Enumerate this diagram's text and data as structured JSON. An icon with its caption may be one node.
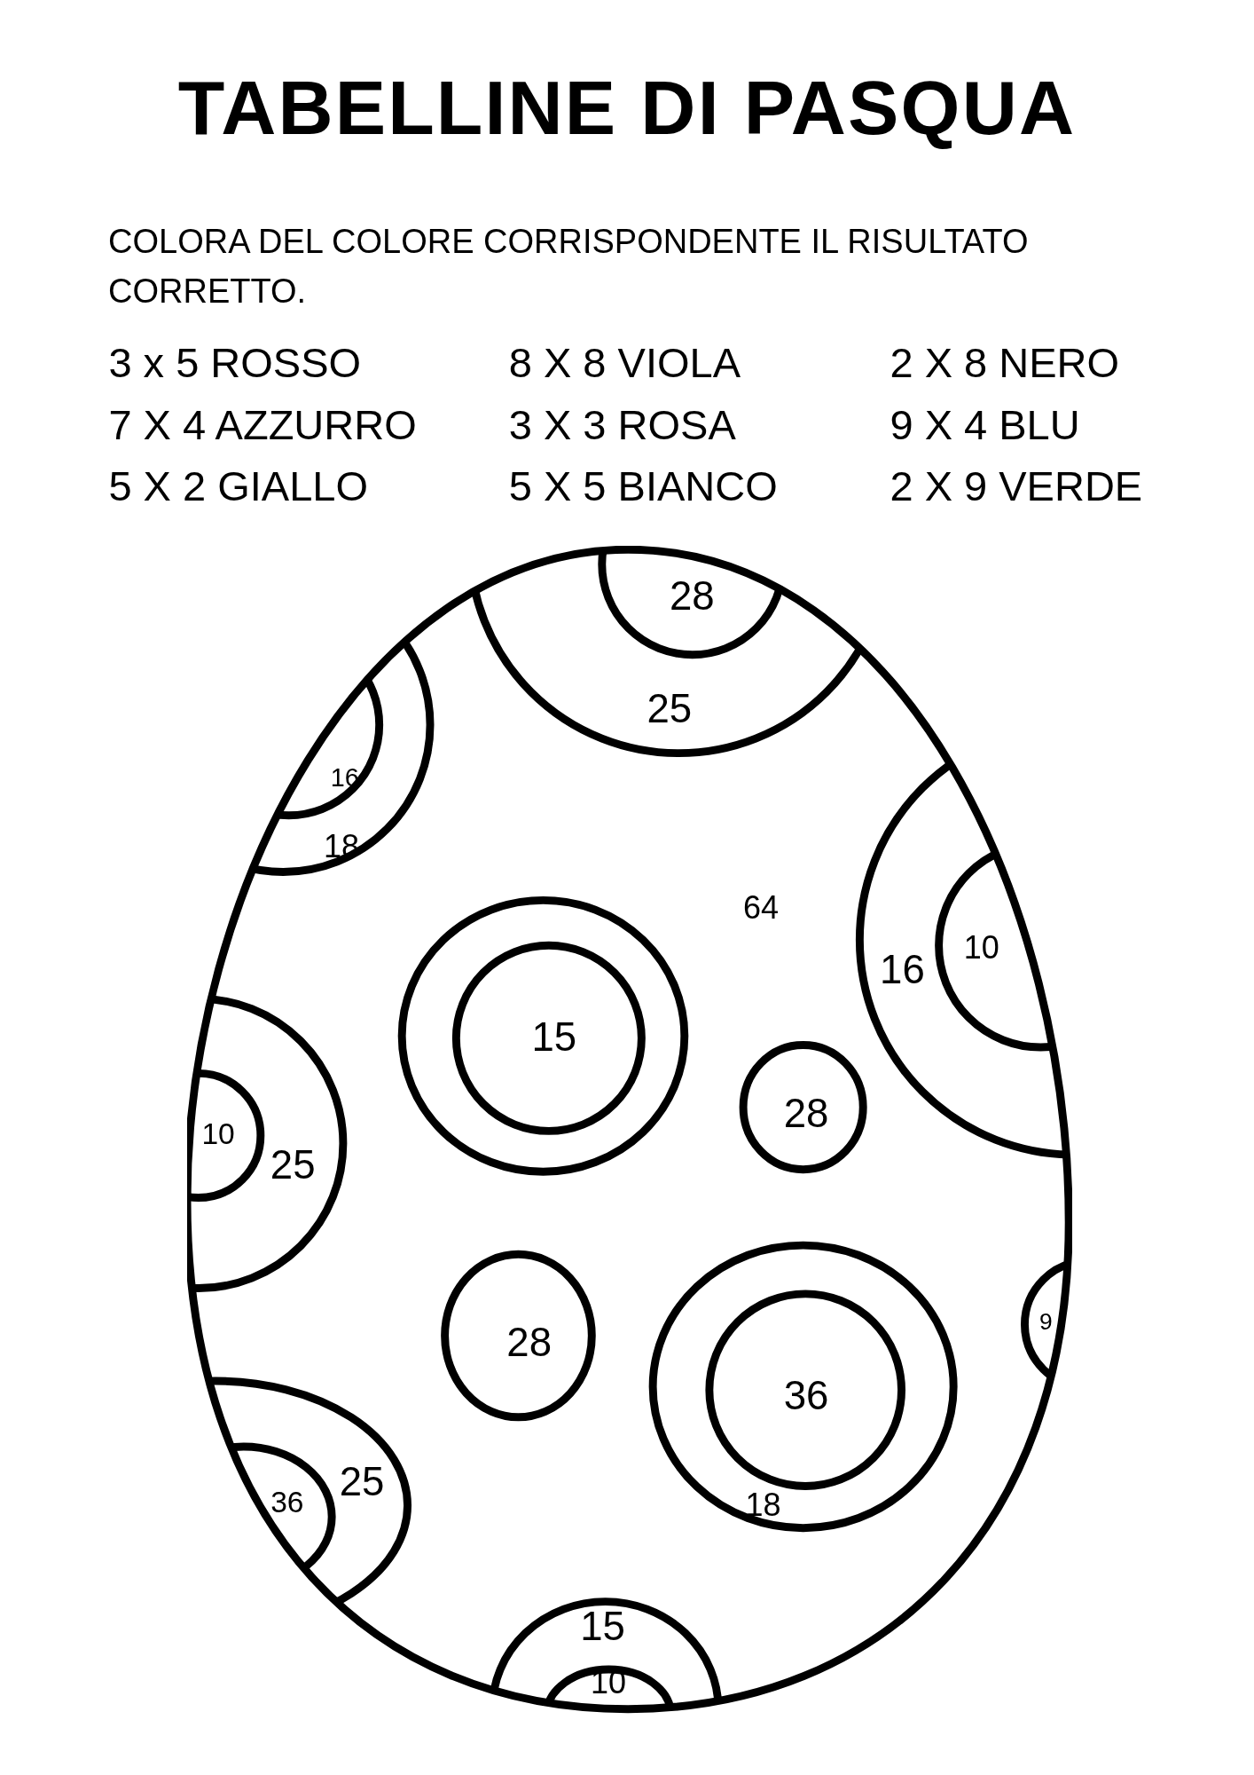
{
  "diagram": {
    "title": "TABELLINE DI PASQUA",
    "labels": [
      "COLORA DEL COLORE CORRISPONDENTE IL RISULTATO CORRETTO.",
      "3 x 5 ROSSO",
      "8 X 8 VIOLA",
      "2 X 8 NERO",
      "7 X 4 AZZURRO",
      "3 X 3 ROSA",
      "9 X 4 BLU",
      "5 X 2 GIALLO",
      "5 X 5 BIANCO",
      "2 X 9 VERDE",
      "28",
      "25",
      "16",
      "18",
      "64",
      "10",
      "16",
      "15",
      "28",
      "10",
      "25",
      "9",
      "28",
      "36",
      "25",
      "36",
      "18",
      "15",
      "10"
    ]
  }
}
